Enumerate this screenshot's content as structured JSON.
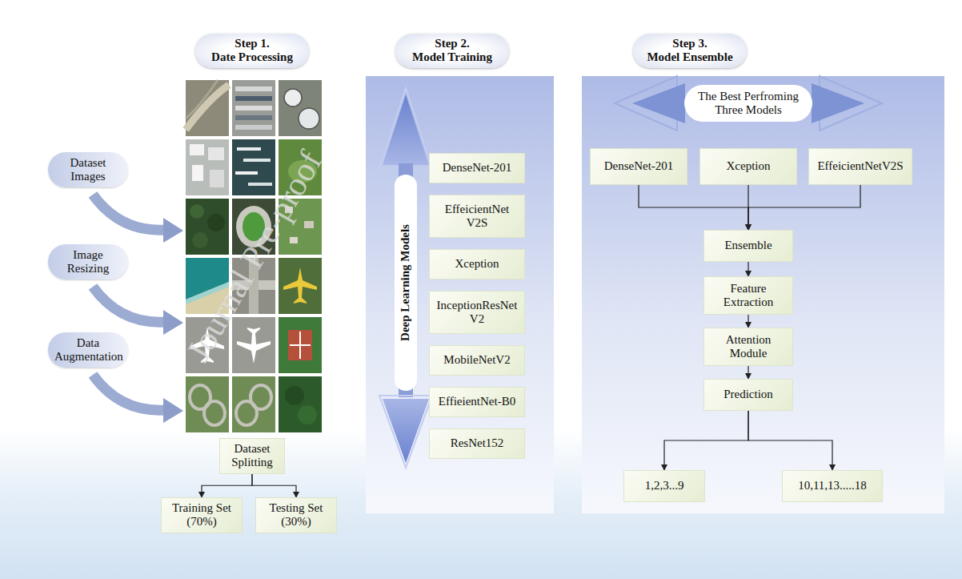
{
  "diagram": {
    "nodes": [
      {
        "text": [
          "Step 1.",
          "Date Processing"
        ]
      },
      {
        "text": [
          "Dataset Images"
        ]
      },
      {
        "text": [
          "Image Resizing"
        ]
      },
      {
        "text": [
          "Data Augmentation"
        ]
      },
      {
        "text": [
          "Dataset Splitting"
        ]
      },
      {
        "text": [
          "Training Set (70%)"
        ]
      },
      {
        "text": [
          "Testing Set (30%)"
        ]
      },
      {
        "text": [
          "Step 2.",
          "Model Training"
        ]
      },
      {
        "text": [
          "Deep Learning Models"
        ]
      },
      {
        "text": [
          "DenseNet-201"
        ]
      },
      {
        "text": [
          "EffeicientNet V2S"
        ]
      },
      {
        "text": [
          "Xception"
        ]
      },
      {
        "text": [
          "InceptionResNet V2"
        ]
      },
      {
        "text": [
          "MobileNetV2"
        ]
      },
      {
        "text": [
          "EffieientNet-B0"
        ]
      },
      {
        "text": [
          "ResNet152"
        ]
      },
      {
        "text": [
          "Step 3.",
          "Model Ensemble"
        ]
      },
      {
        "text": [
          "The Best Perfroming Three Models"
        ]
      },
      {
        "text": [
          "DenseNet-201"
        ]
      },
      {
        "text": [
          "Xception"
        ]
      },
      {
        "text": [
          "EffeicientNetV2S"
        ]
      },
      {
        "text": [
          "Ensemble"
        ]
      },
      {
        "text": [
          "Feature Extraction"
        ]
      },
      {
        "text": [
          "Attention Module"
        ]
      },
      {
        "text": [
          "Prediction"
        ]
      },
      {
        "text": [
          "1,2,3...9"
        ]
      },
      {
        "text": [
          "10,11,13.....18"
        ]
      }
    ],
    "edges": [
      {
        "from": 4,
        "to": 5,
        "arrow": "to"
      },
      {
        "from": 4,
        "to": 6,
        "arrow": "to"
      },
      {
        "from": 18,
        "to": 21,
        "arrow": "to"
      },
      {
        "from": 19,
        "to": 21,
        "arrow": "to"
      },
      {
        "from": 20,
        "to": 21,
        "arrow": "to"
      },
      {
        "from": 21,
        "to": 22,
        "arrow": "to"
      },
      {
        "from": 22,
        "to": 23,
        "arrow": "to"
      },
      {
        "from": 23,
        "to": 24,
        "arrow": "to"
      },
      {
        "from": 24,
        "to": 25,
        "arrow": "to"
      },
      {
        "from": 24,
        "to": 26,
        "arrow": "to"
      }
    ],
    "labels": [
      "Journal Pre-proof"
    ]
  }
}
